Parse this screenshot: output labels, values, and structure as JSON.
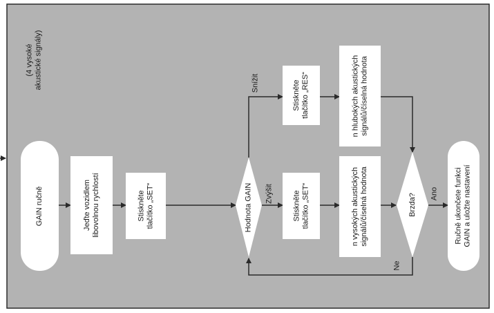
{
  "note": {
    "lines": [
      "(4 vysoké",
      "akustické signály)"
    ]
  },
  "start": {
    "lines": [
      "GAIN ručně"
    ]
  },
  "drive": {
    "lines": [
      "Jeďte vozidlem",
      "libovolnou rychlostí"
    ]
  },
  "set1": {
    "lines": [
      "Stiskněte",
      "tlačítko „SET“"
    ]
  },
  "decision_gain": {
    "lines": [
      "Hodnota GAIN"
    ]
  },
  "branch_lower": {
    "label": "Snížit"
  },
  "branch_raise": {
    "label": "Zvýšit"
  },
  "res_button": {
    "lines": [
      "Stiskněte",
      "tlačítko „RES“"
    ]
  },
  "set2": {
    "lines": [
      "Stiskněte",
      "tlačítko „SET“"
    ]
  },
  "low_signals": {
    "lines": [
      "n hlubokých akustických",
      "signálů/číselná hodnota"
    ]
  },
  "high_signals": {
    "lines": [
      "n vysokých akustických",
      "signálů/číselná hodnota"
    ]
  },
  "decision_brake": {
    "lines": [
      "Brzda?"
    ]
  },
  "yes_label": {
    "label": "Ano"
  },
  "no_label": {
    "label": "Ne"
  },
  "end": {
    "lines": [
      "Ručně ukončete funkci",
      "GAIN a uložte nastavení"
    ]
  },
  "colors": {
    "line": "#2a2a2a",
    "shape_fill": "#ffffff",
    "background": "#b3b3b3"
  }
}
